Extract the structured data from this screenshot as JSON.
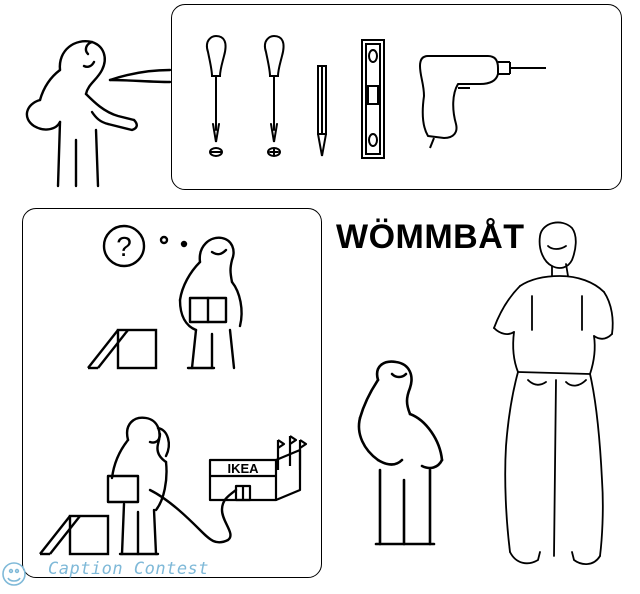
{
  "title": "WÖMMBÅT",
  "store_sign": "IKEA",
  "question_mark": "?",
  "watermark": "Caption Contest",
  "icons": [
    "instruction-man-icon",
    "screwdriver-flat-icon",
    "screwdriver-phillips-icon",
    "pencil-icon",
    "spirit-level-icon",
    "power-drill-icon",
    "question-bubble-icon",
    "confused-man-icon",
    "open-box-icon",
    "phone-man-icon",
    "ikea-store-icon",
    "mascot-man-icon",
    "photo-man-icon"
  ],
  "colors": {
    "ink": "#000000",
    "watermark": "#7fb9d8"
  }
}
